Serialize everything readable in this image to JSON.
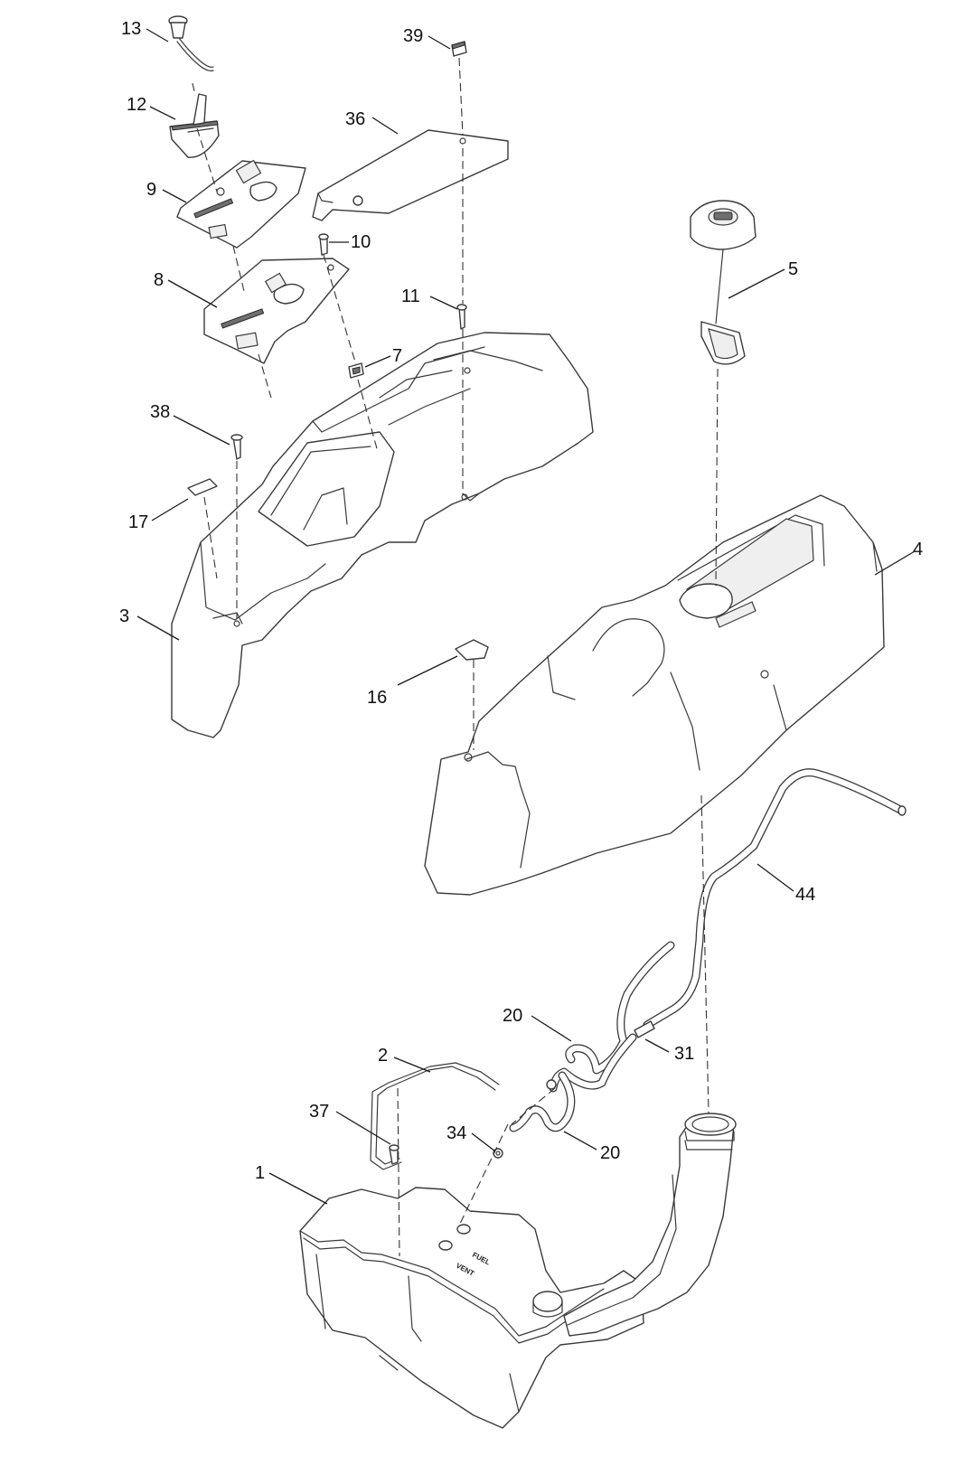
{
  "callouts": {
    "c13": "13",
    "c12": "12",
    "c9": "9",
    "c8": "8",
    "c39": "39",
    "c36": "36",
    "c10": "10",
    "c11": "11",
    "c7": "7",
    "c38": "38",
    "c17": "17",
    "c3": "3",
    "c5": "5",
    "c4": "4",
    "c16": "16",
    "c44": "44",
    "c20a": "20",
    "c31": "31",
    "c2": "2",
    "c37": "37",
    "c34": "34",
    "c20b": "20",
    "c1": "1"
  },
  "tank_labels": {
    "fuel": "FUEL",
    "vent": "VENT"
  }
}
